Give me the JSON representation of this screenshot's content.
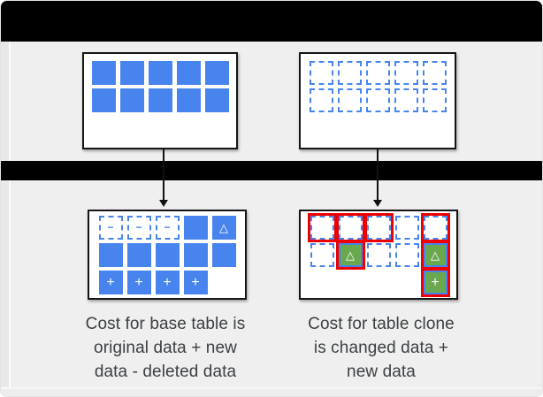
{
  "colors": {
    "blue": "#4884ee",
    "green": "#6aa84f",
    "red": "#ee0000",
    "bar_black": "#000000",
    "panel_gray": "#efefef",
    "text_gray": "#3c4043"
  },
  "glyphs": {
    "minus": "−",
    "plus": "+",
    "triangle": "△"
  },
  "grids": {
    "top_left": [
      [
        "solid",
        "solid",
        "solid",
        "solid",
        "solid"
      ],
      [
        "solid",
        "solid",
        "solid",
        "solid",
        "solid"
      ]
    ],
    "top_right": [
      [
        "dashed",
        "dashed",
        "dashed",
        "dashed",
        "dashed"
      ],
      [
        "dashed",
        "dashed",
        "dashed",
        "dashed",
        "dashed"
      ]
    ],
    "bottom_left": [
      [
        "dashed-minus",
        "dashed-minus",
        "dashed-minus",
        "solid",
        "solid-triangle"
      ],
      [
        "solid",
        "solid",
        "solid",
        "solid",
        "solid"
      ],
      [
        "solid-plus",
        "solid-plus",
        "solid-plus",
        "solid-plus",
        "empty"
      ]
    ],
    "bottom_right": [
      [
        "red-dashed",
        "red-dashed",
        "red-dashed",
        "dashed",
        "red-dashed"
      ],
      [
        "dashed",
        "red-green-triangle",
        "dashed",
        "dashed",
        "red-green-triangle"
      ],
      [
        "empty",
        "empty",
        "empty",
        "empty",
        "red-green-plus"
      ]
    ]
  },
  "captions": {
    "left_lines": [
      "Cost for base table is",
      "original data + new",
      "data - deleted data"
    ],
    "right_lines": [
      "Cost for table clone",
      "is changed data +",
      "new data"
    ]
  }
}
